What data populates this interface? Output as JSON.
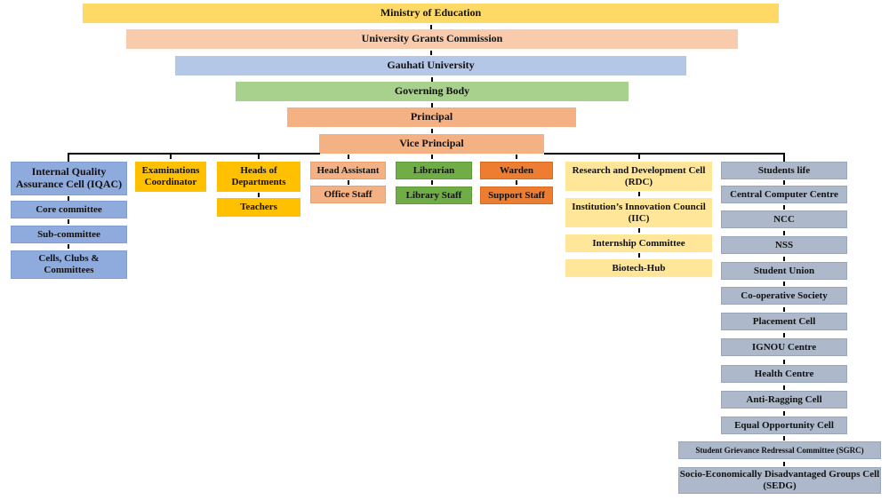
{
  "hierarchy": {
    "ministry": "Ministry of Education",
    "ugc": "University Grants Commission",
    "university": "Gauhati University",
    "governing_body": "Governing Body",
    "principal": "Principal",
    "vice_principal": "Vice Principal"
  },
  "branches": {
    "iqac": {
      "head": "Internal Quality Assurance Cell (IQAC)",
      "children": [
        "Core committee",
        "Sub-committee",
        "Cells, Clubs & Committees"
      ]
    },
    "exams": {
      "head": "Examinations Coordinator"
    },
    "hod": {
      "head": "Heads of Departments",
      "children": [
        "Teachers"
      ]
    },
    "head_assistant": {
      "head": "Head Assistant",
      "children": [
        "Office Staff"
      ]
    },
    "librarian": {
      "head": "Librarian",
      "children": [
        "Library Staff"
      ]
    },
    "warden": {
      "head": "Warden",
      "children": [
        "Support Staff"
      ]
    },
    "rdc": {
      "head": "Research and Development Cell (RDC)",
      "children": [
        "Institution’s Innovation Council (IIC)",
        "Internship Committee",
        "Biotech-Hub"
      ]
    },
    "students": {
      "head": "Students life",
      "children": [
        "Central Computer Centre",
        "NCC",
        "NSS",
        "Student Union",
        "Co-operative Society",
        "Placement Cell",
        "IGNOU Centre",
        "Health Centre",
        "Anti-Ragging Cell",
        "Equal Opportunity Cell",
        "Student Grievance Redressal Committee (SGRC)",
        "Socio-Economically Disadvantaged Groups Cell (SEDG)"
      ]
    }
  },
  "colors": {
    "ministry": "#ffd966",
    "ugc": "#f8cbad",
    "university": "#b4c7e7",
    "governing_body": "#a9d18e",
    "principal": "#f4b183",
    "iqac": "#8faadc",
    "gold": "#ffc000",
    "librarian": "#70ad47",
    "warden": "#ed7d31",
    "rdc": "#ffe699",
    "students": "#adb9ca"
  }
}
